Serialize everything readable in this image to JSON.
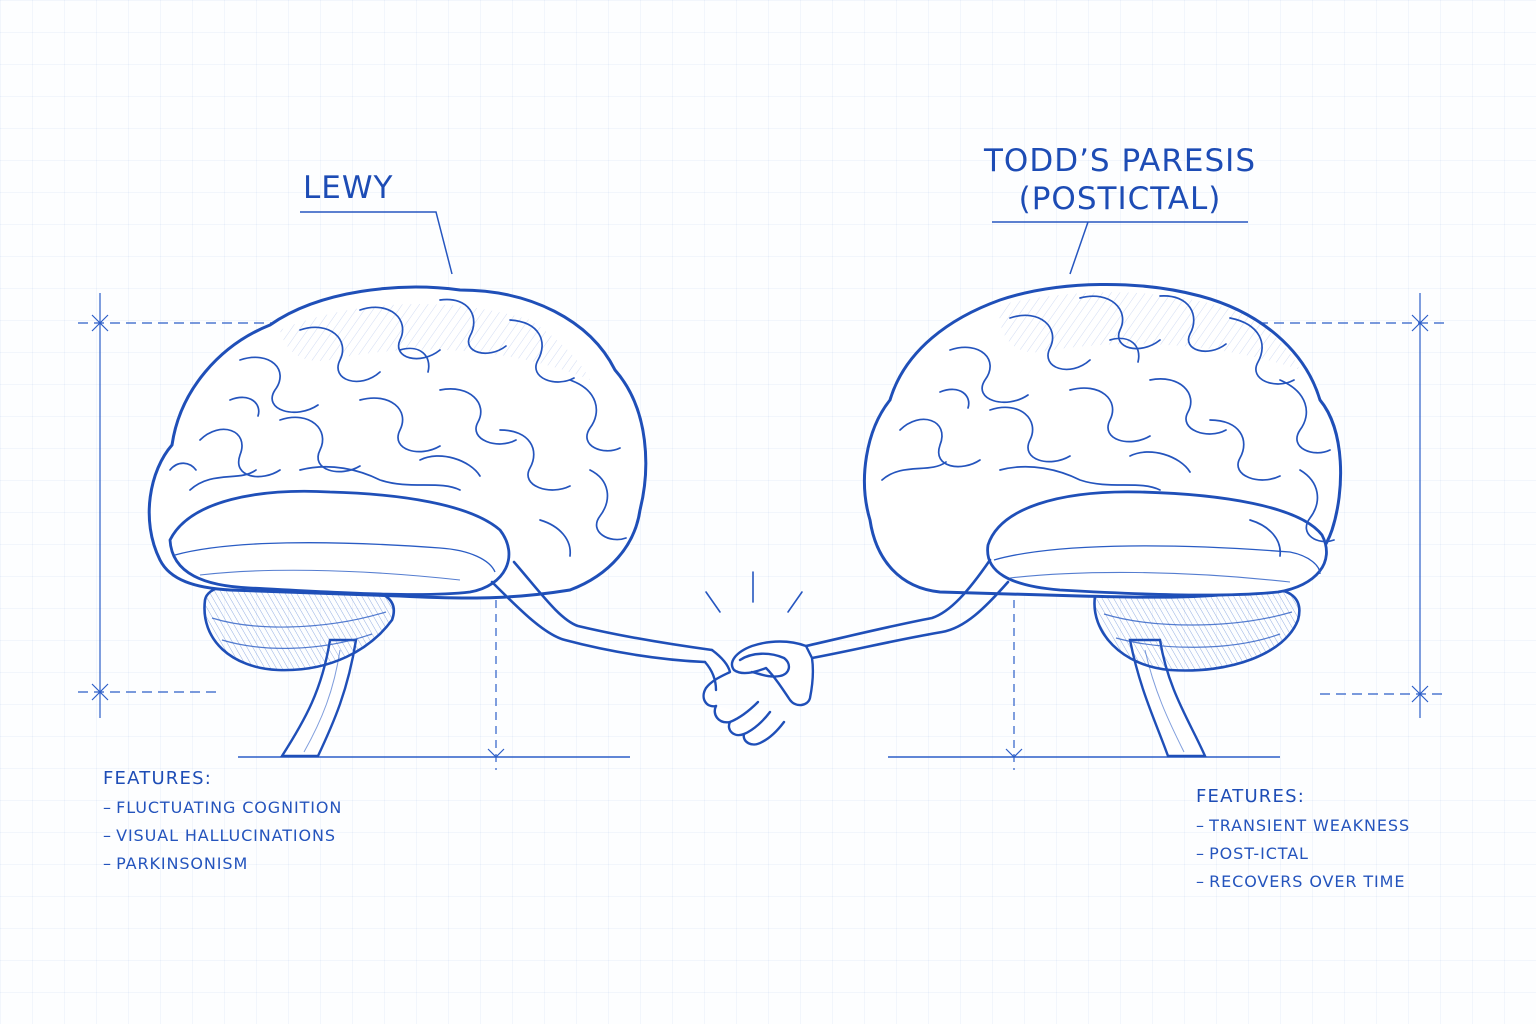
{
  "left": {
    "title": "LEWY",
    "features_heading": "FEATURES:",
    "features": [
      "FLUCTUATING COGNITION",
      "VISUAL HALLUCINATIONS",
      "PARKINSONISM"
    ]
  },
  "right": {
    "title_line1": "TODD’S PARESIS",
    "title_line2": "(POSTICTAL)",
    "features_heading": "FEATURES:",
    "features": [
      "TRANSIENT WEAKNESS",
      "POST-ICTAL",
      "RECOVERS OVER TIME"
    ]
  },
  "colors": {
    "ink": "#1f4fb8",
    "paper": "#fdfeff",
    "grid": "#e6ecf8"
  },
  "icons": [
    "brain-icon",
    "handshake-icon"
  ]
}
